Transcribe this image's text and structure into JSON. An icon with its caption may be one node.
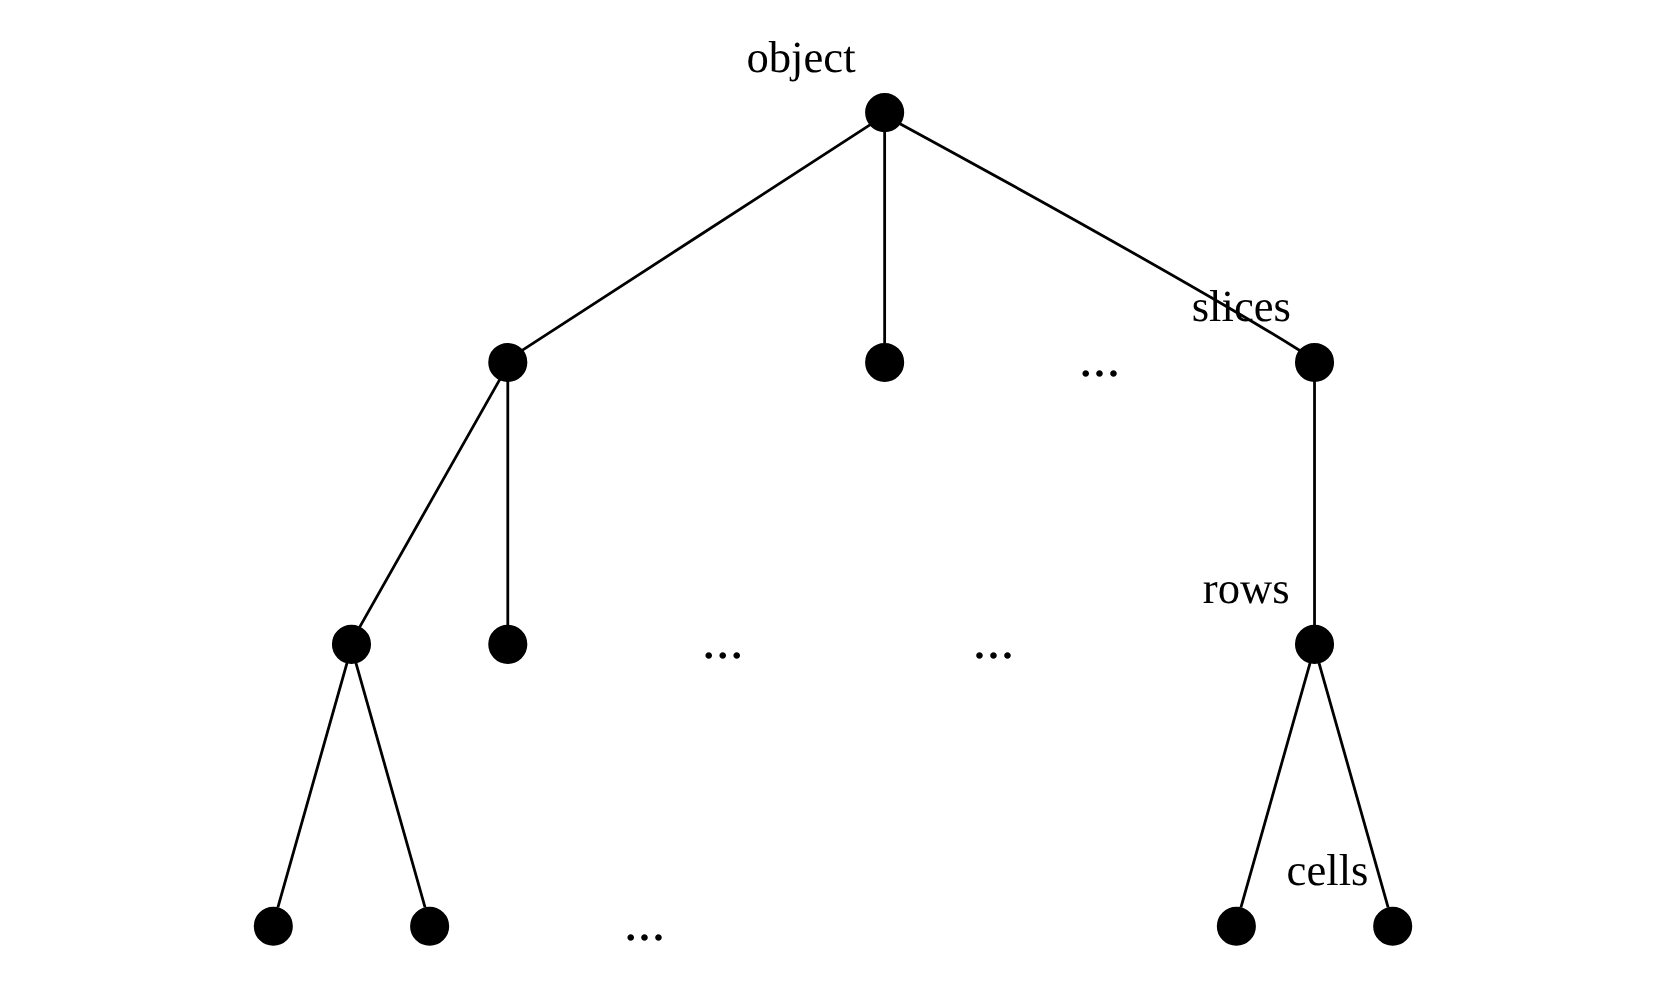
{
  "diagram": {
    "nodes": [
      {
        "text": [],
        "shape": "circle",
        "beside": [
          "object"
        ]
      },
      {
        "text": [],
        "shape": "circle"
      },
      {
        "text": [],
        "shape": "circle"
      },
      {
        "text": [],
        "shape": "circle",
        "beside": [
          "slices"
        ]
      },
      {
        "text": [],
        "shape": "circle"
      },
      {
        "text": [],
        "shape": "circle"
      },
      {
        "text": [],
        "shape": "circle",
        "beside": [
          "rows"
        ]
      },
      {
        "text": [],
        "shape": "circle"
      },
      {
        "text": [],
        "shape": "circle"
      },
      {
        "text": [],
        "shape": "circle"
      },
      {
        "text": [],
        "shape": "circle",
        "beside": [
          "cells"
        ]
      }
    ],
    "edges": [
      {
        "from": 0,
        "to": 1,
        "arrow": "none"
      },
      {
        "from": 0,
        "to": 2,
        "arrow": "none"
      },
      {
        "from": 0,
        "to": 3,
        "arrow": "none"
      },
      {
        "from": 1,
        "to": 4,
        "arrow": "none"
      },
      {
        "from": 1,
        "to": 5,
        "arrow": "none"
      },
      {
        "from": 3,
        "to": 6,
        "arrow": "none"
      },
      {
        "from": 4,
        "to": 7,
        "arrow": "none"
      },
      {
        "from": 4,
        "to": 8,
        "arrow": "none"
      },
      {
        "from": 6,
        "to": 9,
        "arrow": "none"
      },
      {
        "from": 6,
        "to": 10,
        "arrow": "none"
      }
    ],
    "labels": [
      "...",
      "...",
      "...",
      "..."
    ]
  }
}
